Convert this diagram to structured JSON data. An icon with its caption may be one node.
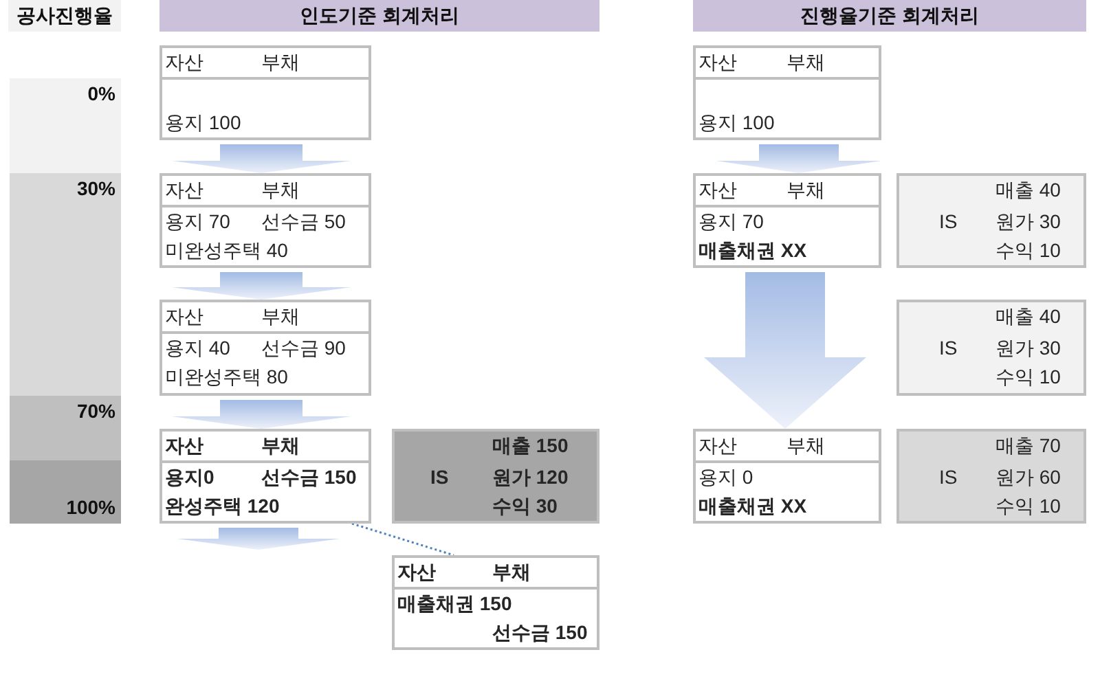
{
  "diagram": {
    "nodes": [
      {
        "text": [
          "공사진행율"
        ]
      },
      {
        "text": [
          "인도기준 회계처리"
        ]
      },
      {
        "text": [
          "진행율기준 회계처리"
        ]
      },
      {
        "text": [
          "0%"
        ]
      },
      {
        "text": [
          "자산",
          "부채",
          "용지 100"
        ]
      },
      {
        "text": [
          "자산",
          "부채",
          "용지 100"
        ]
      },
      {
        "text": [
          "30%"
        ]
      },
      {
        "text": [
          "자산",
          "부채",
          "용지 70",
          "선수금 50",
          "미완성주택 40"
        ]
      },
      {
        "text": [
          "자산",
          "부채",
          "용지 70",
          "매출채권 XX"
        ]
      },
      {
        "text": [
          "매출 40",
          "IS",
          "원가 30",
          "수익 10"
        ]
      },
      {
        "text": [
          "자산",
          "부채",
          "용지 40",
          "선수금 90",
          "미완성주택 80"
        ]
      },
      {
        "text": [
          "매출 40",
          "IS",
          "원가 30",
          "수익 10"
        ]
      },
      {
        "text": [
          "70%"
        ]
      },
      {
        "text": [
          "100%"
        ]
      },
      {
        "text": [
          "자산",
          "부채",
          "용지0",
          "선수금 150",
          "완성주택 120"
        ]
      },
      {
        "text": [
          "매출 150",
          "IS",
          "원가 120",
          "수익 30"
        ]
      },
      {
        "text": [
          "자산",
          "부채",
          "용지 0",
          "매출채권 XX"
        ]
      },
      {
        "text": [
          "매출 70",
          "IS",
          "원가 60",
          "수익 10"
        ]
      },
      {
        "text": [
          "자산",
          "부채",
          "매출채권 150",
          "선수금 150"
        ]
      }
    ],
    "edges": [
      {
        "from": 4,
        "to": 7,
        "arrow": "to"
      },
      {
        "from": 5,
        "to": 8,
        "arrow": "to"
      },
      {
        "from": 7,
        "to": 10,
        "arrow": "to"
      },
      {
        "from": 8,
        "to": 16,
        "arrow": "to"
      },
      {
        "from": 10,
        "to": 14,
        "arrow": "to"
      },
      {
        "from": 14,
        "to": null,
        "arrow": "to"
      },
      {
        "from": 14,
        "to": 18,
        "arrow": "none",
        "style": "dashed",
        "color": "#4f81bd"
      }
    ]
  }
}
